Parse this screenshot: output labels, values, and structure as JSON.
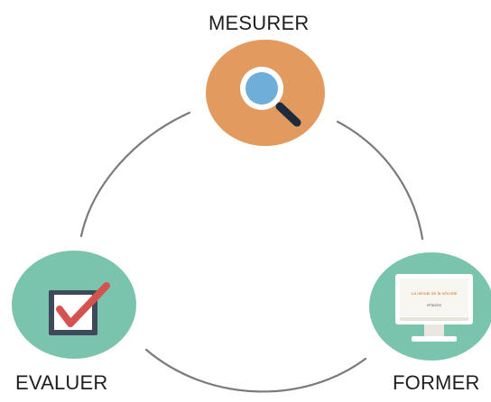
{
  "cycle": {
    "arc_color": "#7a7a7a",
    "steps": [
      {
        "label": "MESURER",
        "icon": "magnifier-icon",
        "circle_color": "#e39a5f"
      },
      {
        "label": "FORMER",
        "icon": "monitor-icon",
        "circle_color": "#7ac4ad"
      },
      {
        "label": "EVALUER",
        "icon": "checkbox-icon",
        "circle_color": "#7ac4ad"
      }
    ]
  },
  "screen": {
    "title_line": "La minute de la sécurité",
    "logo_text": "eFaction"
  }
}
